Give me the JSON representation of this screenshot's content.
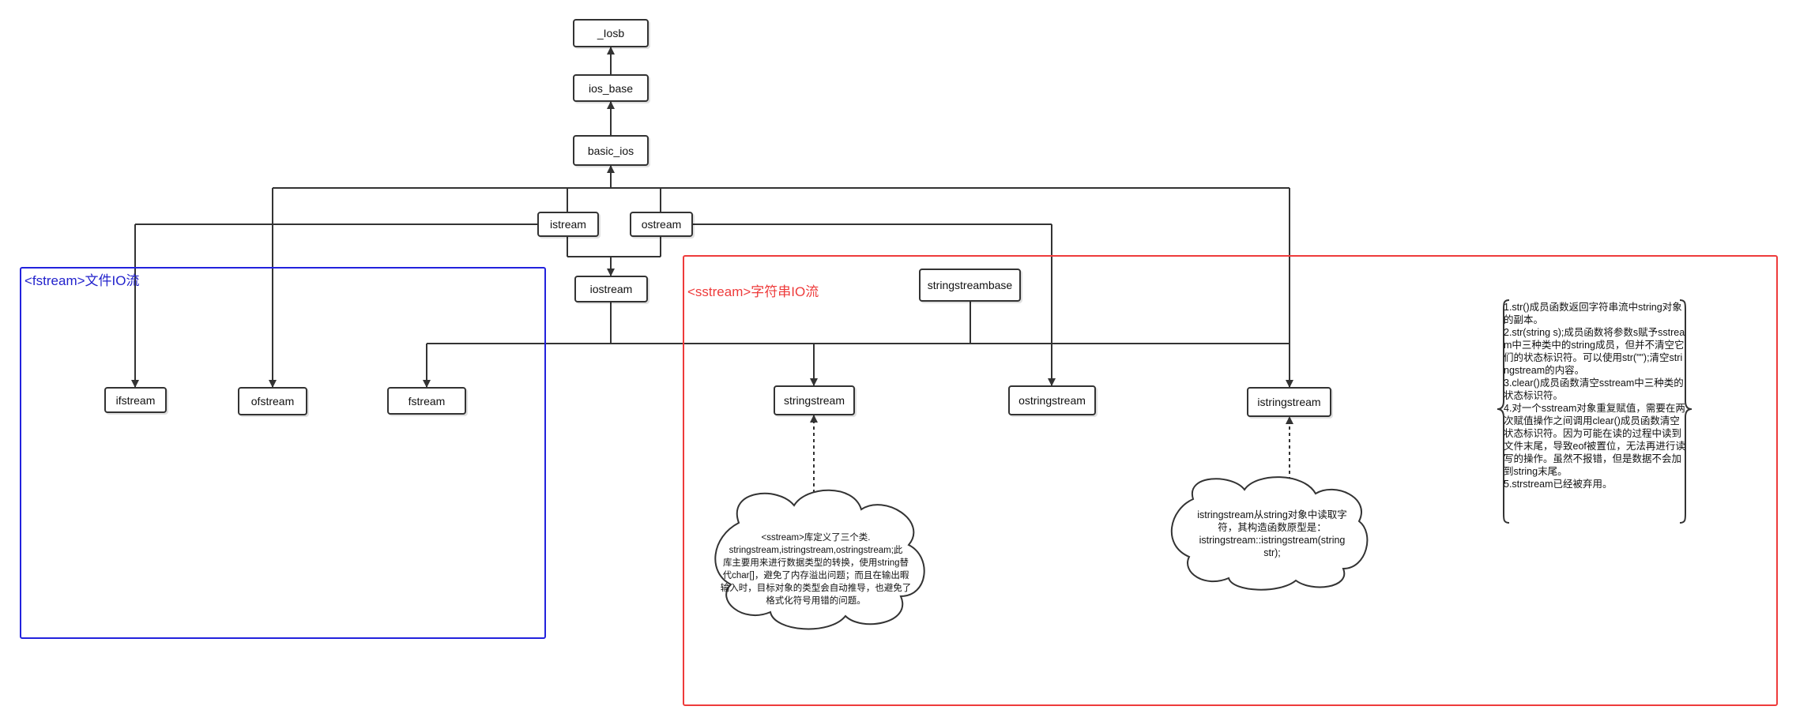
{
  "nodes": {
    "iosb": "_Iosb",
    "ios_base": "ios_base",
    "basic_ios": "basic_ios",
    "istream": "istream",
    "ostream": "ostream",
    "iostream": "iostream",
    "ifstream": "ifstream",
    "ofstream": "ofstream",
    "fstream": "fstream",
    "stringstreambase": "stringstreambase",
    "stringstream": "stringstream",
    "ostringstream": "ostringstream",
    "istringstream": "istringstream"
  },
  "groups": {
    "fstream_title": "<fstream>文件IO流",
    "sstream_title": "<sstream>字符串IO流"
  },
  "notes": {
    "sstream_cloud": [
      "<sstream>库定义了三个类.",
      "stringstream,istringstream,ostringstream;此",
      "库主要用来进行数据类型的转换，使用string替",
      "代char[]，避免了内存溢出问题；而且在输出暇",
      "输入时，目标对象的类型会自动推导，也避免了",
      "格式化符号用错的问题。"
    ],
    "istringstream_cloud": [
      "istringstream从string对象中读取字",
      "符，其构造函数原型是：",
      "istringstream::istringstream(string",
      "str);"
    ],
    "member_notes": [
      "1.str()成员函数返回字符串流中string对象的副本。",
      "2.str(string s);成员函数将参数s赋予sstream中三种类中的string成员，但并不清空它们的状态标识符。可以使用str(\"\");清空stringstream的内容。",
      "3.clear()成员函数清空sstream中三种类的状态标识符。",
      "4.对一个sstream对象重复赋值，需要在两次赋值操作之间调用clear()成员函数清空状态标识符。因为可能在读的过程中读到文件末尾，导致eof被置位，无法再进行读写的操作。虽然不报错，但是数据不会加到string末尾。",
      "5.strstream已经被弃用。"
    ]
  },
  "colors": {
    "line": "#333333",
    "fstream_border": "#2222dd",
    "sstream_border": "#ee3b3b"
  }
}
